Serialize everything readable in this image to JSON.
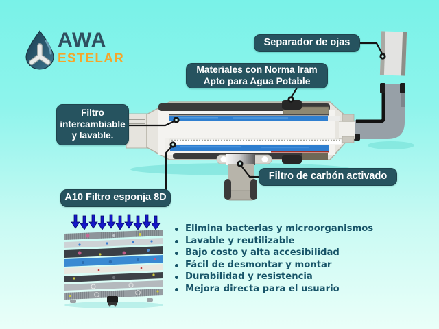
{
  "logo": {
    "title": "AWA",
    "subtitle": "ESTELAR",
    "icon": "water-drop-icon"
  },
  "callouts": {
    "separador": {
      "label": "Separador de ojas"
    },
    "materiales": {
      "line1": "Materiales con Norma Iram",
      "line2": "Apto para Agua Potable"
    },
    "filtro_intercambiable": {
      "line1": "Filtro",
      "line2": "intercambiable",
      "line3": "y lavable."
    },
    "esponja": {
      "label": "A10 Filtro esponja 8D"
    },
    "carbon": {
      "label": "Filtro de carbón activado"
    }
  },
  "benefits": {
    "items": [
      "Elimina bacterias y microorganismos",
      "Lavable y reutilizable",
      "Bajo costo y alta accesibilidad",
      "Fácil de desmontar y montar",
      "Durabilidad y resistencia",
      "Mejora directa para el usuario"
    ]
  },
  "icons": {
    "logo": "water-drop-icon",
    "flow": "down-arrows-icon",
    "connector": "callout-dot-icon"
  },
  "colors": {
    "background_top": "#79f2e8",
    "background_bottom": "#eafff9",
    "callout_bg": "#26535f",
    "callout_text": "#ffffff",
    "logo_title": "#2f4f5f",
    "logo_subtitle": "#f6a52a",
    "filter_blue": "#2f7fd0",
    "arrow_blue": "#1518c8",
    "benefit_text": "#175468"
  }
}
